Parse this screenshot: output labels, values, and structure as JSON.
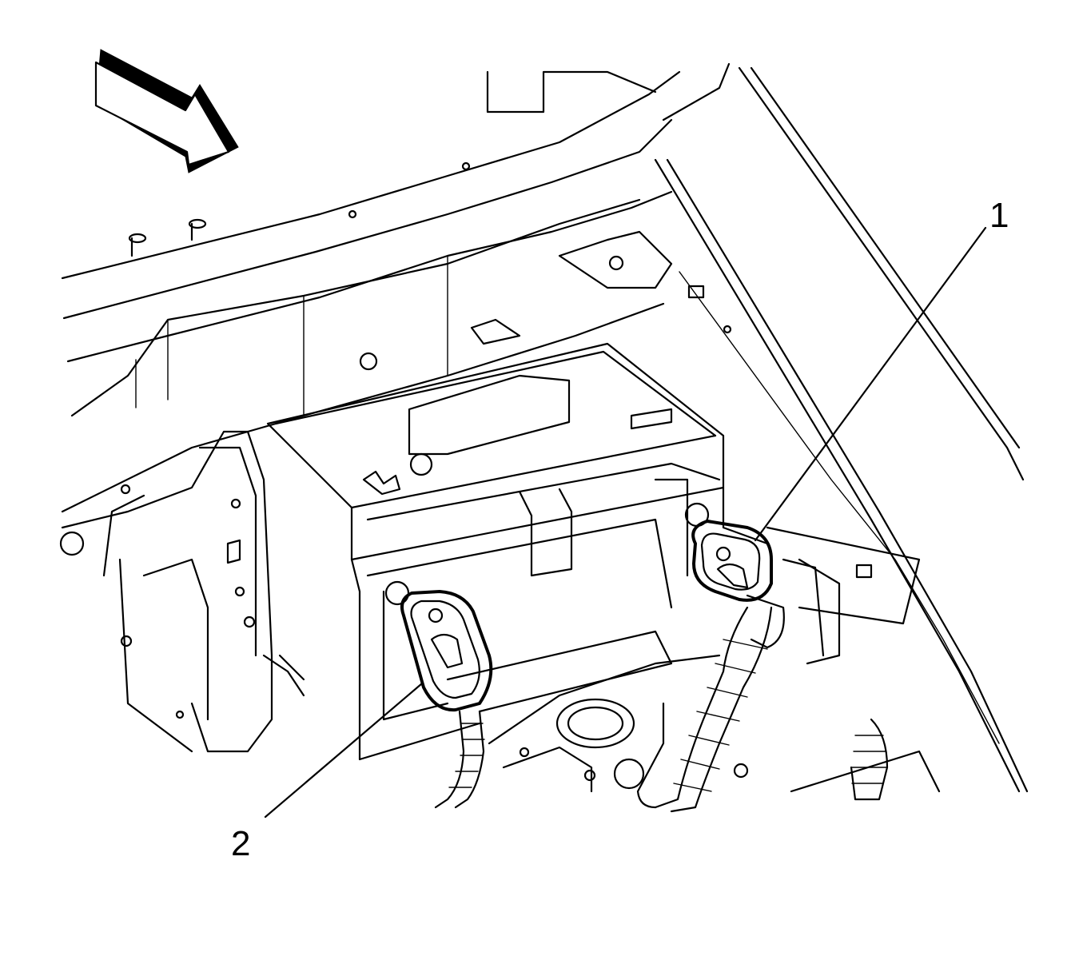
{
  "callouts": [
    {
      "id": "1",
      "label": "1"
    },
    {
      "id": "2",
      "label": "2"
    }
  ],
  "colors": {
    "line": "#000000",
    "background": "#ffffff"
  },
  "icons": {
    "direction_arrow": "front-direction-arrow-icon"
  }
}
